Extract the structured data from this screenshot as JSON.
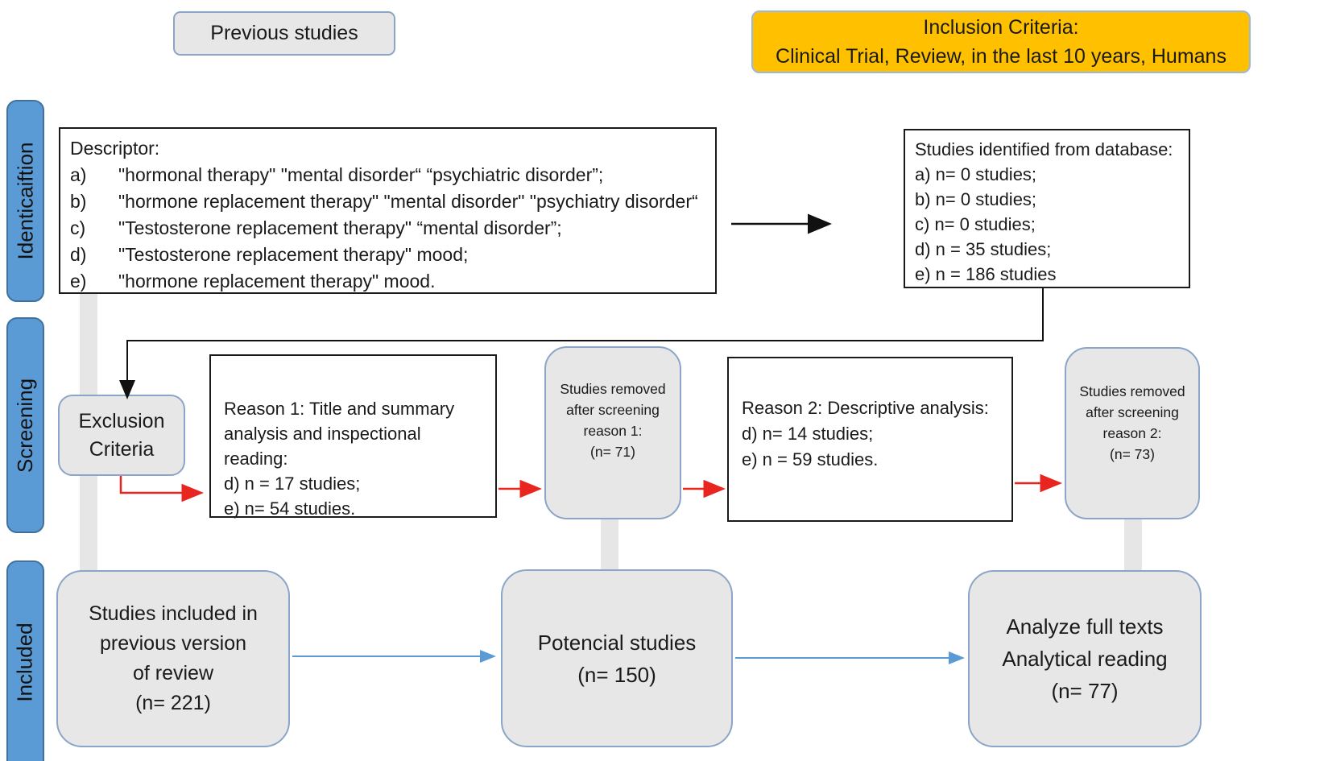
{
  "colors": {
    "stage_bar_fill": "#5b9bd5",
    "stage_bar_border": "#41719c",
    "gray_box_fill": "#e8e7e7",
    "gray_box_border": "#8aa5c8",
    "inclusion_fill": "#ffc000",
    "red_arrow": "#e8251f",
    "blue_arrow": "#5b9bd5",
    "black_line": "#111111"
  },
  "top": {
    "previous_studies_label": "Previous studies",
    "inclusion_criteria": {
      "line1": "Inclusion Criteria:",
      "line2": "Clinical Trial, Review, in the last 10 years, Humans"
    }
  },
  "sidebar": {
    "stages": [
      {
        "label": "Identicaiftion"
      },
      {
        "label": "Screening"
      },
      {
        "label": "Included"
      }
    ]
  },
  "identification": {
    "descriptor_box": {
      "title": "Descriptor:",
      "items": [
        {
          "key": "a)",
          "text": "\"hormonal therapy\" \"mental disorder“ “psychiatric disorder”;"
        },
        {
          "key": "b)",
          "text": "\"hormone replacement therapy\" \"mental disorder\" \"psychiatry disorder“"
        },
        {
          "key": "c)",
          "text": "\"Testosterone replacement therapy\" “mental disorder”;"
        },
        {
          "key": "d)",
          "text": "\"Testosterone replacement therapy\" mood;"
        },
        {
          "key": "e)",
          "text": "\"hormone replacement therapy\" mood."
        }
      ]
    },
    "identified_box": {
      "title": "Studies identified from database:",
      "items": [
        "a) n= 0 studies;",
        "b) n= 0 studies;",
        "c) n= 0 studies;",
        "d) n = 35 studies;",
        "e) n = 186 studies"
      ]
    }
  },
  "screening": {
    "exclusion_box": {
      "line1": "Exclusion",
      "line2": "Criteria"
    },
    "reason1_box": {
      "lines": [
        "Reason 1: Title and summary",
        "analysis and inspectional reading:",
        "d) n = 17 studies;",
        "e) n= 54 studies."
      ]
    },
    "removed1_box": {
      "lines": [
        "Studies removed",
        "after screening",
        "reason 1:",
        "(n= 71)"
      ]
    },
    "reason2_box": {
      "lines": [
        "Reason 2: Descriptive analysis:",
        "d) n= 14 studies;",
        "e) n = 59 studies."
      ]
    },
    "removed2_box": {
      "lines": [
        "Studies removed",
        "after screening",
        "reason 2:",
        "(n= 73)"
      ]
    }
  },
  "included": {
    "previous_review_box": {
      "lines": [
        "Studies included in",
        "previous version",
        "of review",
        "(n= 221)"
      ]
    },
    "potential_box": {
      "lines": [
        "Potencial studies",
        "(n= 150)"
      ]
    },
    "analyze_box": {
      "lines": [
        "Analyze full texts",
        "Analytical reading",
        "(n= 77)"
      ]
    }
  }
}
